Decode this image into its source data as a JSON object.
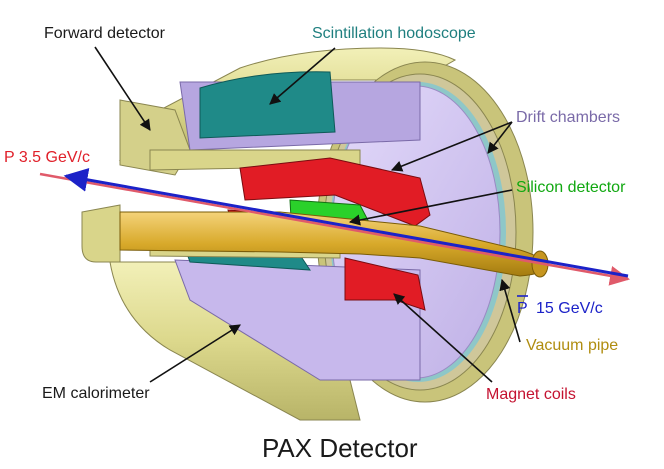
{
  "caption": "PAX Detector",
  "labels": {
    "forward_detector": "Forward detector",
    "scintillation_hodoscope": "Scintillation hodoscope",
    "drift_chambers": "Drift chambers",
    "silicon_detector": "Silicon detector",
    "proton_beam": "P 3.5 GeV/c",
    "antiproton_beam_symbol": "P",
    "antiproton_beam_energy": "15 GeV/c",
    "vacuum_pipe": "Vacuum pipe",
    "magnet_coils": "Magnet coils",
    "em_calorimeter": "EM calorimeter"
  },
  "colors": {
    "forward_detector": "#1a1a1a",
    "scintillation_hodoscope": "#1f7f7f",
    "drift_chambers": "#7a6aa8",
    "silicon_detector": "#11a811",
    "proton_beam": "#e0202a",
    "antiproton_beam": "#1c22c8",
    "vacuum_pipe": "#b08d10",
    "magnet_coils": "#c41230",
    "em_calorimeter": "#1a1a1a",
    "caption": "#1a1a1a"
  }
}
